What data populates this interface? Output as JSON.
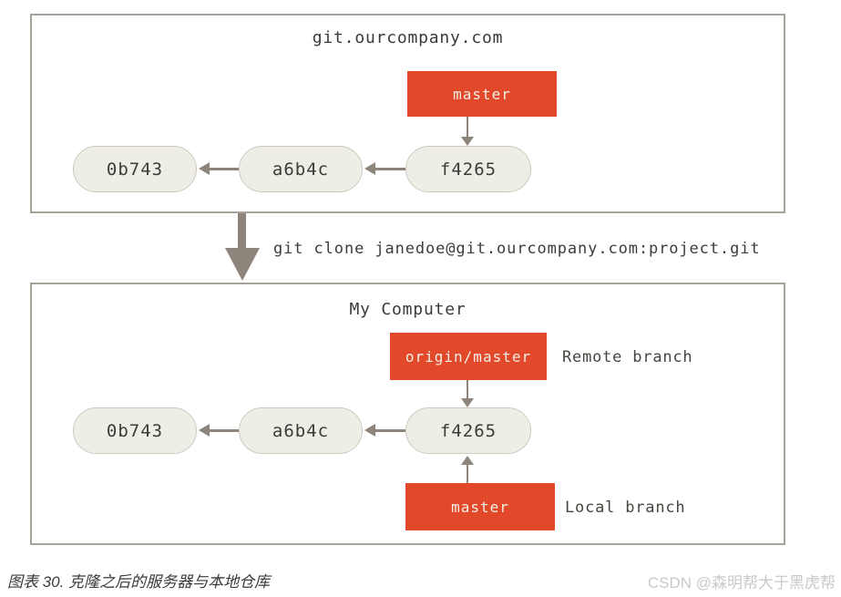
{
  "diagram": {
    "server": {
      "title": "git.ourcompany.com",
      "branch": {
        "label": "master"
      },
      "commits": [
        "0b743",
        "a6b4c",
        "f4265"
      ]
    },
    "clone": {
      "command": "git clone janedoe@git.ourcompany.com:project.git"
    },
    "computer": {
      "title": "My Computer",
      "remote_branch": {
        "label": "origin/master",
        "annotation": "Remote branch"
      },
      "local_branch": {
        "label": "master",
        "annotation": "Local branch"
      },
      "commits": [
        "0b743",
        "a6b4c",
        "f4265"
      ]
    },
    "caption": "图表 30. 克隆之后的服务器与本地仓库",
    "watermark": "CSDN @森明帮大于黑虎帮",
    "colors": {
      "branch_red": "#e2492b",
      "branch_text": "#f3eee4",
      "commit_fill": "#efeee6",
      "commit_border": "#cccabf",
      "arrow_gray": "#8d857c",
      "box_border": "#a6a29a"
    }
  }
}
